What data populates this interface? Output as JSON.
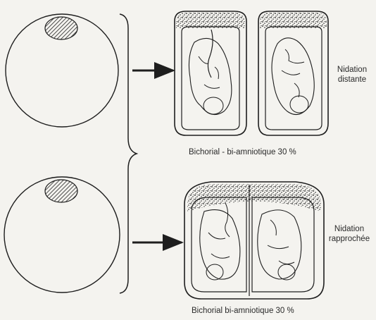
{
  "top": {
    "caption": "Bichorial - bi-amniotique 30 %",
    "label_line1": "Nidation",
    "label_line2": "distante"
  },
  "bottom": {
    "caption": "Bichorial bi-amniotique 30 %",
    "label_line1": "Nidation",
    "label_line2": "rapprochée"
  },
  "colors": {
    "background": "#f4f3ef",
    "ink": "#1e1e1e"
  }
}
